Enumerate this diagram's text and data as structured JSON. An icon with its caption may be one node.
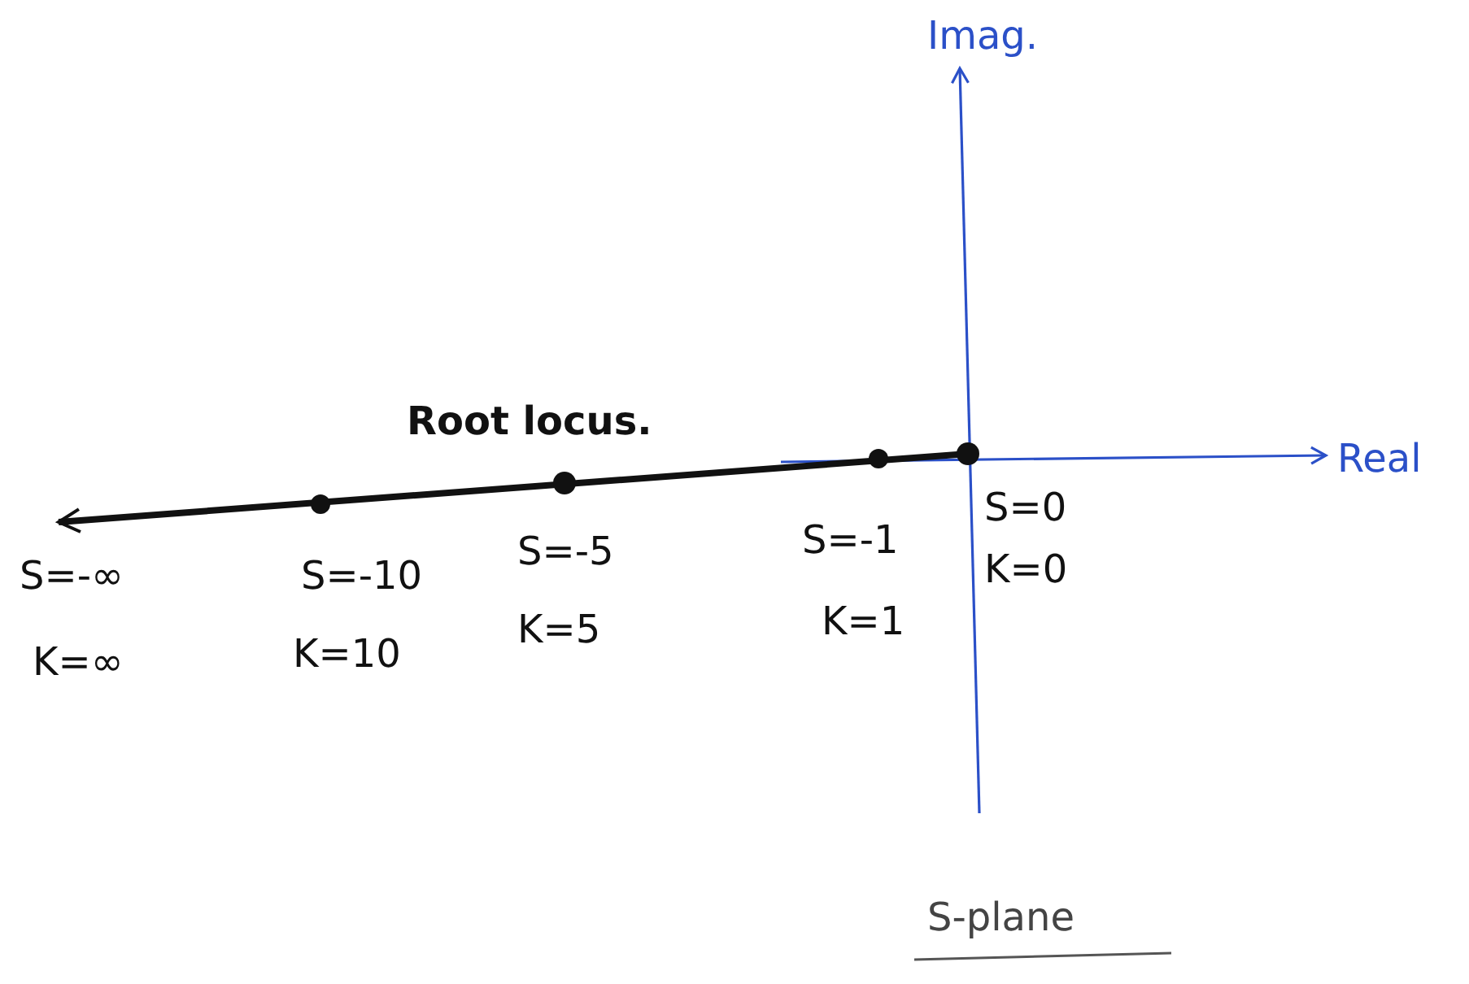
{
  "diagram": {
    "caption": "S-plane",
    "labels": [
      "Imag.",
      "Root locus.",
      "Real",
      "S=-∞",
      "S=-10",
      "S=-5",
      "S=-1",
      "S=0",
      "K=∞",
      "K=10",
      "K=5",
      "K=1",
      "K=0"
    ]
  }
}
